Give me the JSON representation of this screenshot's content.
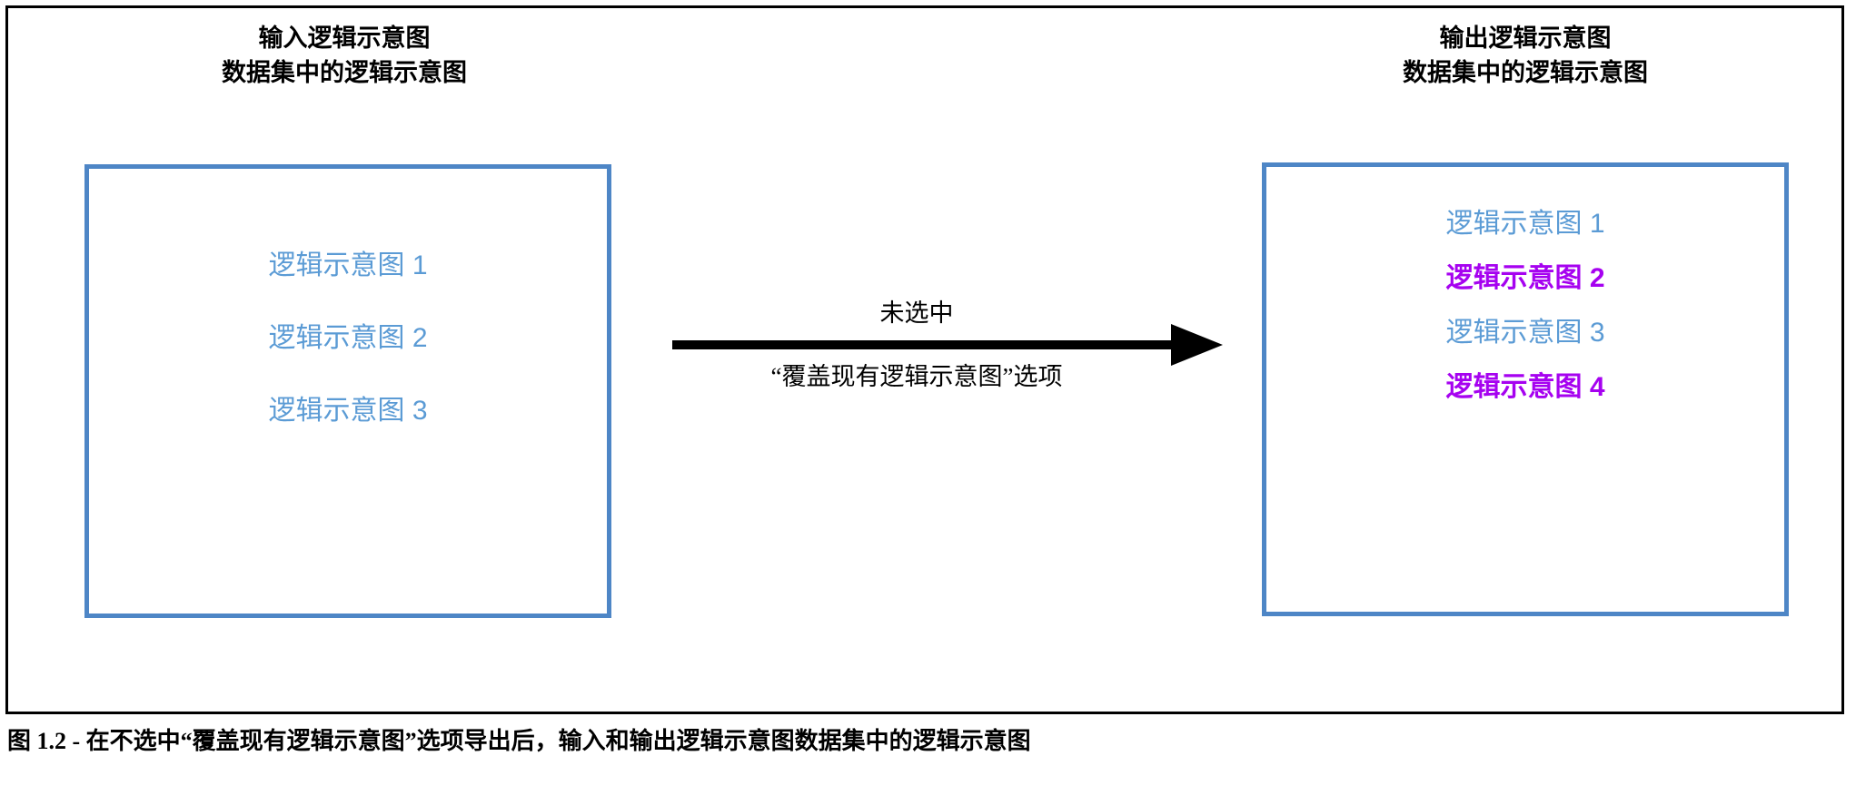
{
  "figure": {
    "frame_border_color": "#000000",
    "background_color": "#ffffff",
    "caption": "图 1.2 - 在不选中“覆盖现有逻辑示意图”选项导出后，输入和输出逻辑示意图数据集中的逻辑示意图"
  },
  "colors": {
    "box_border_blue": "#4E86C6",
    "item_blue": "#5B9BD5",
    "item_magenta": "#A602F0",
    "text_black": "#000000"
  },
  "input_panel": {
    "heading_line1": "输入逻辑示意图",
    "heading_line2": "数据集中的逻辑示意图",
    "items": [
      {
        "label": "逻辑示意图 1",
        "style": "blue"
      },
      {
        "label": "逻辑示意图 2",
        "style": "blue"
      },
      {
        "label": "逻辑示意图 3",
        "style": "blue"
      }
    ]
  },
  "output_panel": {
    "heading_line1": "输出逻辑示意图",
    "heading_line2": "数据集中的逻辑示意图",
    "items": [
      {
        "label": "逻辑示意图 1",
        "style": "blue"
      },
      {
        "label": "逻辑示意图 2",
        "style": "magenta"
      },
      {
        "label": "逻辑示意图 3",
        "style": "blue"
      },
      {
        "label": "逻辑示意图 4",
        "style": "magenta"
      }
    ]
  },
  "transition": {
    "label_top": "未选中",
    "label_bottom": "“覆盖现有逻辑示意图”选项",
    "arrow_icon": "arrow-right-icon",
    "arrow_color": "#000000"
  }
}
